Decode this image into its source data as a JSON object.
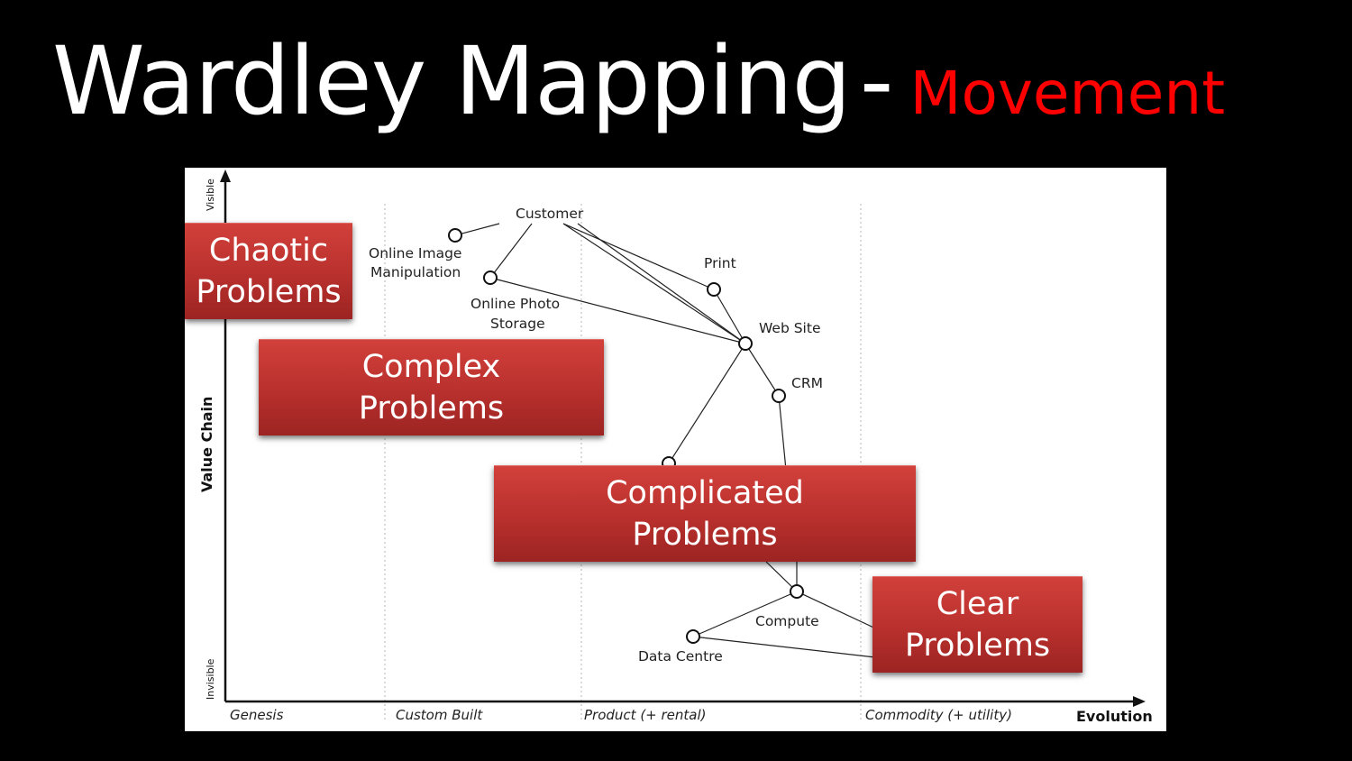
{
  "title": {
    "main": "Wardley Mapping",
    "dash": "-",
    "accent": "Movement"
  },
  "map": {
    "y_axis": {
      "label": "Value Chain",
      "top": "Visible",
      "bottom": "Invisible"
    },
    "x_axis": {
      "label": "Evolution"
    },
    "stages": [
      "Genesis",
      "Custom Built",
      "Product (+ rental)",
      "Commodity (+ utility)"
    ],
    "components": {
      "customer": "Customer",
      "image": [
        "Online Image",
        "Manipulation"
      ],
      "photo": [
        "Online Photo",
        "Storage"
      ],
      "print": "Print",
      "website": "Web Site",
      "crm": "CRM",
      "compute": "Compute",
      "datacentre": "Data Centre"
    },
    "problems": {
      "chaotic": [
        "Chaotic",
        "Problems"
      ],
      "complex": [
        "Complex",
        "Problems"
      ],
      "complicated": [
        "Complicated",
        "Problems"
      ],
      "clear": [
        "Clear",
        "Problems"
      ]
    },
    "colors": {
      "problem_box": "#b8302d",
      "accent": "#ff0000"
    }
  }
}
